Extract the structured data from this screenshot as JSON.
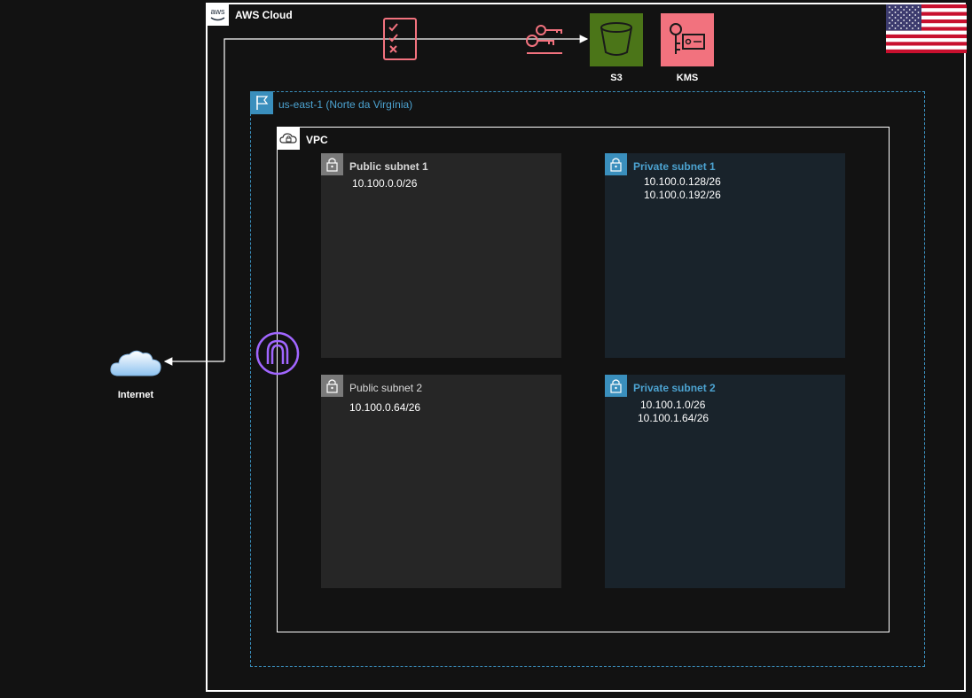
{
  "aws_cloud": {
    "label": "AWS Cloud",
    "logo_text": "aws"
  },
  "region": {
    "label": "us-east-1 (Norte da Virgínia)"
  },
  "vpc": {
    "label": "VPC"
  },
  "subnets": {
    "public_1": {
      "title": "Public subnet 1",
      "cidrs": [
        "10.100.0.0/26"
      ]
    },
    "private_1": {
      "title": "Private subnet 1",
      "cidrs": [
        "10.100.0.128/26",
        "10.100.0.192/26"
      ]
    },
    "public_2": {
      "title": "Public subnet 2",
      "cidrs": [
        "10.100.0.64/26"
      ]
    },
    "private_2": {
      "title": "Private subnet 2",
      "cidrs": [
        "10.100.1.0/26",
        "10.100.1.64/26"
      ]
    }
  },
  "services": {
    "s3": {
      "label": "S3",
      "color": "#4b7518",
      "icon": "s3-bucket-icon"
    },
    "kms": {
      "label": "KMS",
      "color": "#f2727e",
      "icon": "kms-key-icon"
    }
  },
  "internet": {
    "label": "Internet",
    "icon": "cloud-icon"
  },
  "icons": {
    "checklist": "checklist-icon",
    "keys": "iam-keys-icon",
    "internet_gateway": "internet-gateway-icon",
    "flag": "us-flag-icon"
  },
  "colors": {
    "background": "#121212",
    "region_border": "#3a8fbd",
    "private_text": "#4ca3d1",
    "gateway": "#a166ff",
    "pink": "#f2727e"
  }
}
